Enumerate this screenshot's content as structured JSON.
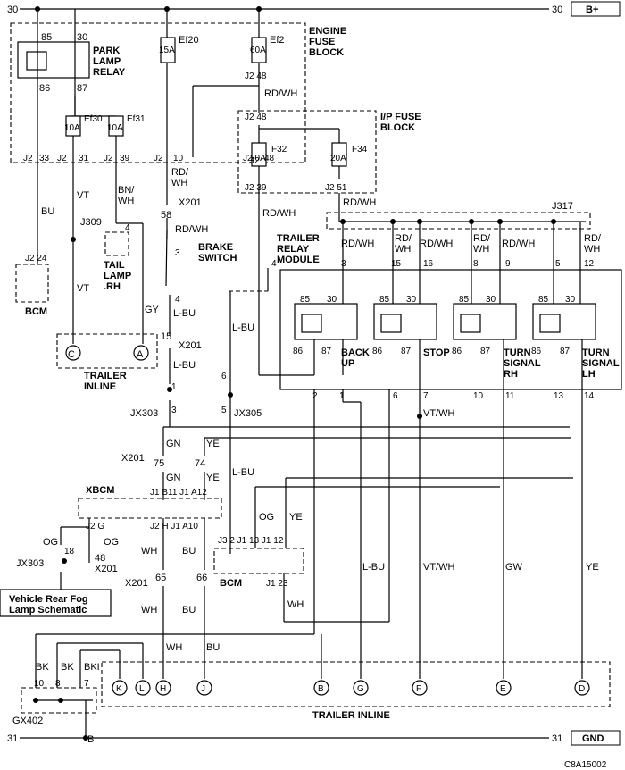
{
  "rails": {
    "top_left": "30",
    "top_right": "30",
    "bplus": "B+",
    "bottom_left": "31",
    "bottom_right": "31",
    "gnd": "GND",
    "ground_b": "B"
  },
  "engine_fuse_block": {
    "title": "ENGINE\nFUSE\nBLOCK",
    "ef20": "15A",
    "ef20_name": "Ef20",
    "ef2": "60A",
    "ef2_name": "Ef2",
    "ef30": "10A",
    "ef30_name": "Ef30",
    "ef31": "10A",
    "ef31_name": "Ef31",
    "pins": [
      "J2",
      "33",
      "J2",
      "31",
      "J2",
      "39",
      "J2",
      "10",
      "J2",
      "48"
    ]
  },
  "park_lamp_relay": {
    "title": "PARK\nLAMP\nRELAY",
    "p85": "85",
    "p30": "30",
    "p86": "86",
    "p87": "87"
  },
  "ip_fuse_block": {
    "title": "I/P FUSE\nBLOCK",
    "f32": "20A",
    "f32_name": "F32",
    "f34": "20A",
    "f34_name": "F34",
    "pins": [
      "J2",
      "48",
      "J2",
      "39",
      "J2",
      "51"
    ]
  },
  "wires": {
    "rdwh": "RD/WH",
    "rdwh2": "RD/\nWH",
    "bu": "BU",
    "vt": "VT",
    "bnwh": "BN/\nWH",
    "gy": "GY",
    "lbu": "L-BU",
    "gn": "GN",
    "ye": "YE",
    "og": "OG",
    "wh": "WH",
    "vtwh": "VT/WH",
    "gw": "GW",
    "bk": "BK",
    "bki": "BKI"
  },
  "connectors": {
    "x201": "X201",
    "x201_58": "58",
    "x201_15": "15",
    "j309": "J309",
    "j317": "J317",
    "jx303": "JX303",
    "jx305": "JX305",
    "gx402": "GX402",
    "x201_75": "75",
    "x201_74": "74",
    "x201_65": "65",
    "x201_66": "66",
    "x201_48": "48"
  },
  "brake_switch": {
    "title": "BRAKE\nSWITCH",
    "p3": "3",
    "p4": "4"
  },
  "tail_lamp": {
    "title": "TAIL\nLAMP\n.RH",
    "p4": "4"
  },
  "bcm_left": {
    "title": "BCM",
    "pins": "J2  24"
  },
  "trailer_inline_top": {
    "title": "TRAILER\nINLINE",
    "c": "C",
    "a": "A"
  },
  "trailer_relay_module": {
    "title": "TRAILER\nRELAY\nMODULE",
    "top_pins": [
      "4",
      "3",
      "15",
      "16",
      "8",
      "9",
      "5",
      "12"
    ],
    "bottom_pins": [
      "2",
      "1",
      "6",
      "7",
      "10",
      "11",
      "13",
      "14"
    ],
    "relays": [
      "BACK\nUP",
      "STOP",
      "TURN\nSIGNAL\nRH",
      "TURN\nSIGNAL\nLH"
    ]
  },
  "xbcm": {
    "title": "XBCM",
    "top": [
      "J1",
      "B11",
      "J1",
      "A12"
    ],
    "bottom": [
      "J2",
      "H",
      "J1",
      "A10"
    ],
    "g": "J2  G"
  },
  "bcm_right": {
    "title": "BCM",
    "pins": [
      "J3",
      "2",
      "J1",
      "13",
      "J1",
      "12"
    ],
    "p23": "J1  23"
  },
  "fog_ref": "Vehicle Rear Fog\nLamp Schematic",
  "trailer_inline_bottom": {
    "title": "TRAILER INLINE",
    "pins": [
      "K",
      "L",
      "H",
      "J",
      "B",
      "G",
      "F",
      "E",
      "D"
    ]
  },
  "gx402_pins": [
    "10",
    "8",
    "7"
  ],
  "figure_id": "C8A15002"
}
